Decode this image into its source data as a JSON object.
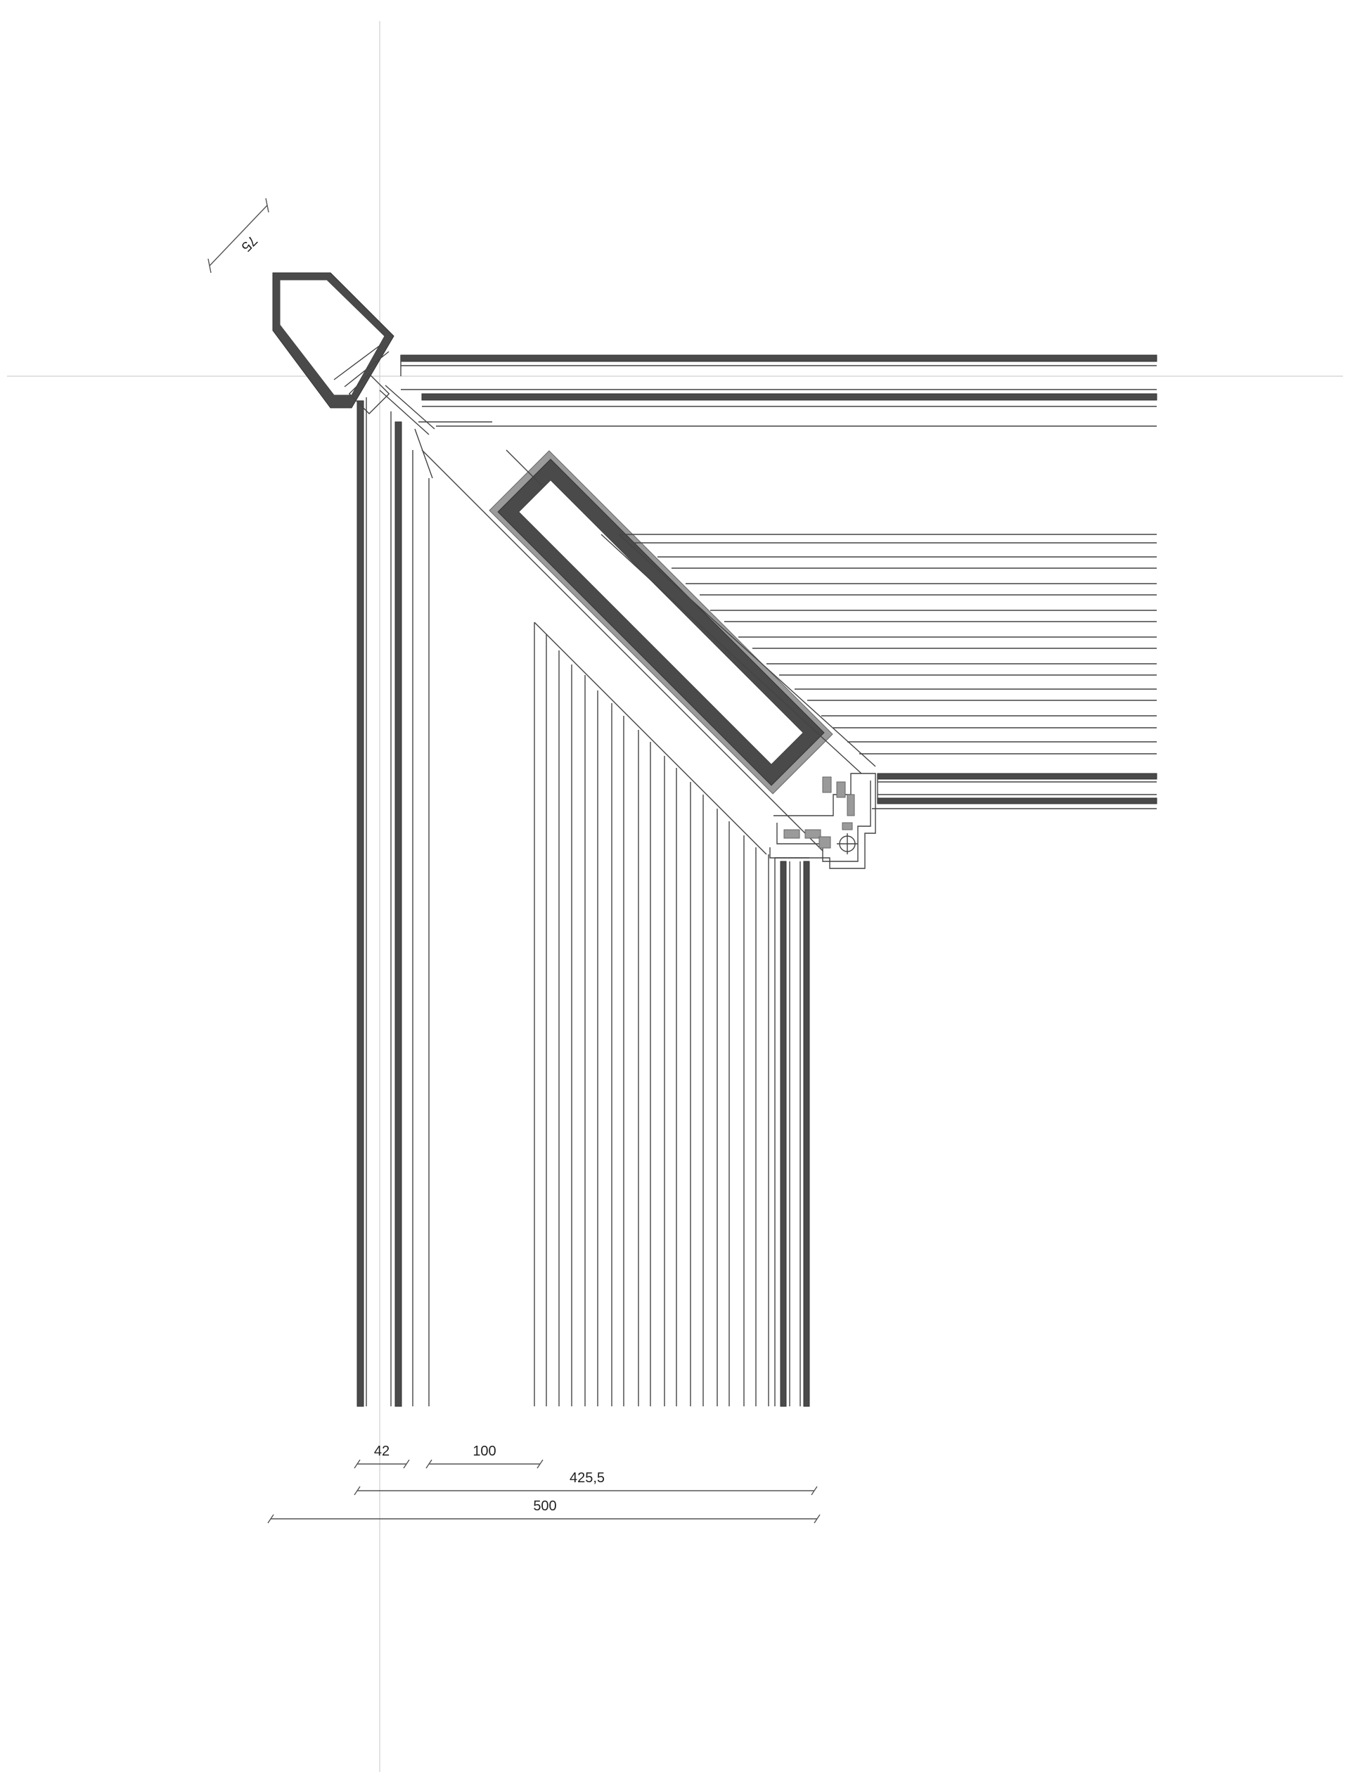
{
  "dimensions": {
    "diagonal_width": "75",
    "dim_42": "42",
    "dim_100": "100",
    "dim_425": "425,5",
    "dim_500": "500"
  },
  "colors": {
    "line": "#444444",
    "profile_fill": "#4a4a4a",
    "axis": "#cfcfcf",
    "background": "#ffffff"
  }
}
